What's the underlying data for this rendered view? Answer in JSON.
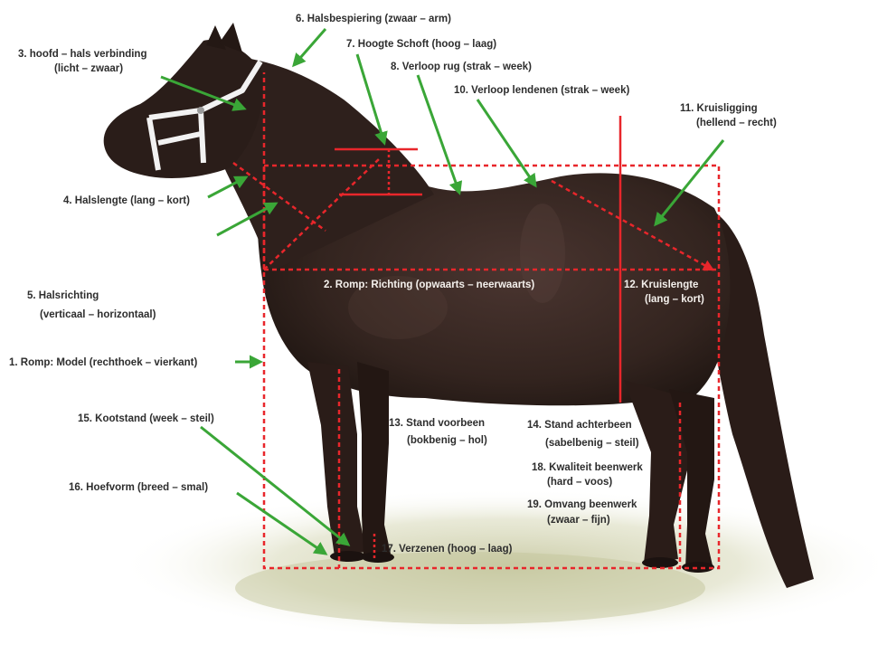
{
  "colors": {
    "arrow": "#3aa637",
    "measure_line": "#e8262b",
    "label_text": "#2d2d2d",
    "label_text_on_horse": "#f4f0ec",
    "horse_body": "#3a2a25",
    "horse_dark": "#231815",
    "halter": "#f2f2f2",
    "grass": "#d7d8b8"
  },
  "labels": {
    "l1": {
      "line1": "1. Romp: Model (rechthoek – vierkant)"
    },
    "l2": {
      "line1": "2. Romp: Richting (opwaarts – neerwaarts)"
    },
    "l3": {
      "line1": "3. hoofd – hals verbinding",
      "line2": "(licht – zwaar)"
    },
    "l4": {
      "line1": "4. Halslengte (lang – kort)"
    },
    "l5": {
      "line1": "5. Halsrichting",
      "line2": "(verticaal – horizontaal)"
    },
    "l6": {
      "line1": "6. Halsbespiering (zwaar – arm)"
    },
    "l7": {
      "line1": "7. Hoogte Schoft (hoog – laag)"
    },
    "l8": {
      "line1": "8. Verloop rug (strak – week)"
    },
    "l10": {
      "line1": "10. Verloop lendenen (strak – week)"
    },
    "l11": {
      "line1": "11. Kruisligging",
      "line2": "(hellend – recht)"
    },
    "l12": {
      "line1": "12. Kruislengte",
      "line2": "(lang – kort)"
    },
    "l13": {
      "line1": "13. Stand voorbeen",
      "line2": "(bokbenig – hol)"
    },
    "l14": {
      "line1": "14. Stand achterbeen",
      "line2": "(sabelbenig – steil)"
    },
    "l15": {
      "line1": "15. Kootstand (week – steil)"
    },
    "l16": {
      "line1": "16. Hoefvorm (breed – smal)"
    },
    "l17": {
      "line1": "17. Verzenen (hoog – laag)"
    },
    "l18": {
      "line1": "18. Kwaliteit beenwerk",
      "line2": "(hard – voos)"
    },
    "l19": {
      "line1": "19. Omvang beenwerk",
      "line2": "(zwaar – fijn)"
    }
  }
}
